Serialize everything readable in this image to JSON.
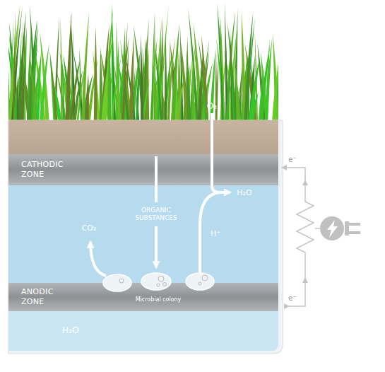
{
  "diagram": {
    "nodes": [
      {
        "text": [
          "CATHODIC ZONE"
        ]
      },
      {
        "text": [
          "ANODIC ZONE"
        ]
      },
      {
        "text": [
          "H₂O"
        ]
      }
    ],
    "labels": [
      "O₂",
      "e⁻",
      "H₂O",
      "ORGANIC SUBSTANCES",
      "CO₂",
      "H⁺",
      "Microbial colony",
      "e⁻"
    ]
  }
}
